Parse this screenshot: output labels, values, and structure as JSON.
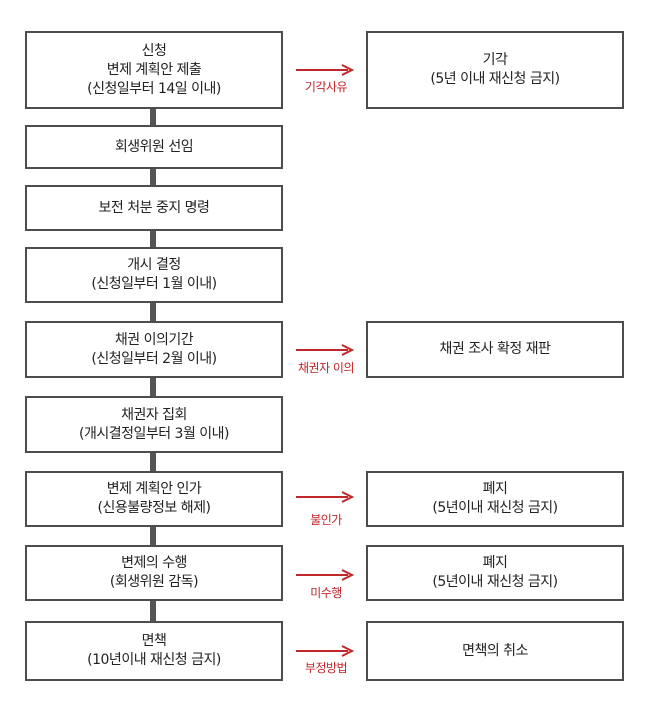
{
  "main_steps": [
    {
      "lines": [
        "신청",
        "변제 계획안 제출",
        "(신청일부터 14일 이내)"
      ]
    },
    {
      "lines": [
        "회생위원 선임"
      ]
    },
    {
      "lines": [
        "보전 처분 중지 명령"
      ]
    },
    {
      "lines": [
        "개시 결정",
        "(신청일부터 1월 이내)"
      ]
    },
    {
      "lines": [
        "채권 이의기간",
        "(신청일부터 2월 이내)"
      ]
    },
    {
      "lines": [
        "채권자 집회",
        "(개시결정일부터 3월 이내)"
      ]
    },
    {
      "lines": [
        "변제 계획안 인가",
        "(신용불량정보 해제)"
      ]
    },
    {
      "lines": [
        "변제의 수행",
        "(회생위원 감독)"
      ]
    },
    {
      "lines": [
        "면책",
        "(10년이내 재신청 금지)"
      ]
    }
  ],
  "branches": [
    {
      "reason": "기각사유",
      "lines": [
        "기각",
        "(5년 이내 재신청 금지)"
      ]
    },
    {
      "reason": "채권자 이의",
      "lines": [
        "채권 조사 확정 재판"
      ]
    },
    {
      "reason": "불인가",
      "lines": [
        "폐지",
        "(5년이내 재신청 금지)"
      ]
    },
    {
      "reason": "미수행",
      "lines": [
        "폐지",
        "(5년이내 재신청 금지)"
      ]
    },
    {
      "reason": "부정방법",
      "lines": [
        "면책의 취소"
      ]
    }
  ],
  "colors": {
    "box_border": "#4d4d4d",
    "connector": "#555555",
    "arrow": "#c0262a",
    "reason_text": "#c0262a"
  }
}
